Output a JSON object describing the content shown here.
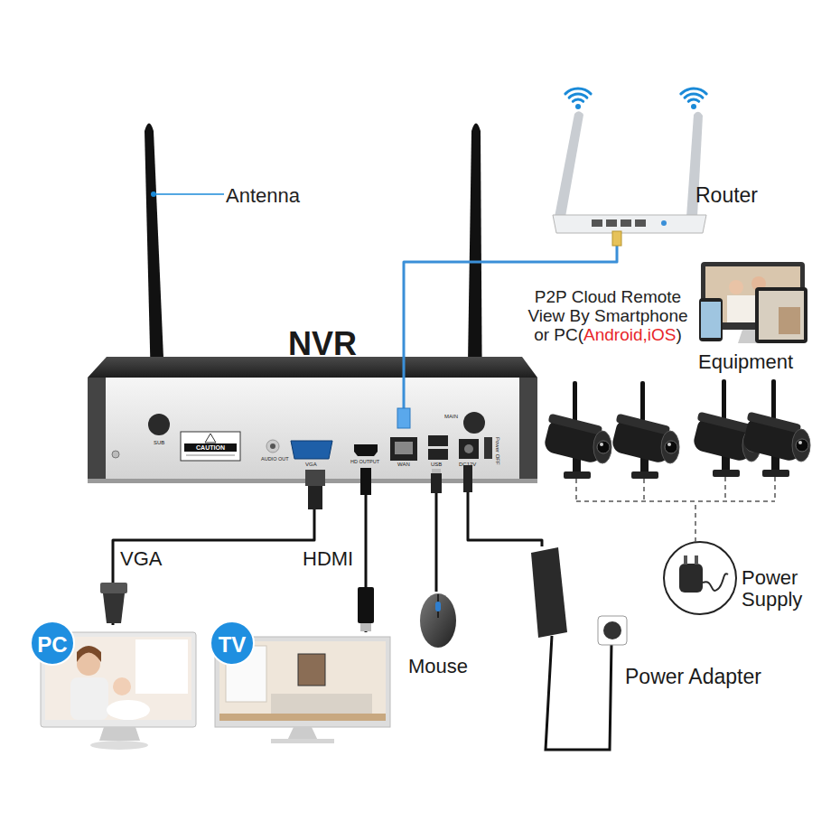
{
  "diagram": {
    "nodes": [
      {
        "text": [
          "NVR"
        ]
      },
      {
        "text": [
          "Router"
        ]
      },
      {
        "text": [
          "Equipment"
        ]
      },
      {
        "text": [
          "Power Supply"
        ]
      },
      {
        "text": [
          "PC"
        ]
      },
      {
        "text": [
          "TV"
        ]
      },
      {
        "text": [
          "Mouse"
        ]
      },
      {
        "text": [
          "Power Adapter"
        ]
      }
    ],
    "edges": [
      {
        "from": 1,
        "to": 0,
        "arrow": "none"
      },
      {
        "from": 0,
        "to": 4,
        "label": "VGA",
        "arrow": "none"
      },
      {
        "from": 0,
        "to": 5,
        "label": "HDMI",
        "arrow": "none"
      },
      {
        "from": 0,
        "to": 6,
        "arrow": "none"
      },
      {
        "from": 0,
        "to": 7,
        "arrow": "none"
      },
      {
        "from": 3,
        "to": 2,
        "arrow": "none"
      }
    ],
    "labels": [
      "Antenna",
      "P2P Cloud Remote View By Smartphone or PC(",
      "Android,iOS",
      ")",
      "SUB",
      "MAIN",
      "CAUTION",
      "AUDIO OUT",
      "VGA",
      "HD OUTPUT",
      "WAN",
      "USB",
      "DC12V",
      "Power OFF"
    ]
  }
}
